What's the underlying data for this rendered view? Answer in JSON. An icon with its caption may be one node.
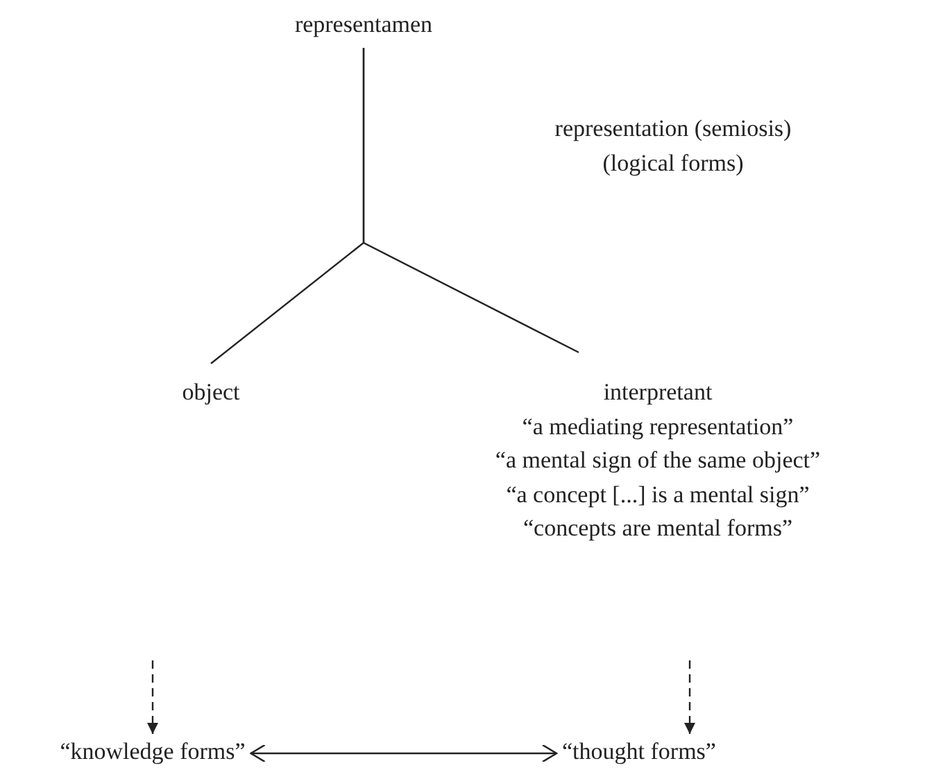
{
  "diagram": {
    "nodes": [
      {
        "text": [
          "representamen"
        ]
      },
      {
        "text": [
          "object"
        ]
      },
      {
        "text": [
          "interpretant",
          "“a mediating representation”",
          "“a mental sign of the same object”",
          "“a concept [...] is a mental sign”",
          "“concepts are mental forms”"
        ]
      },
      {
        "text": [
          "“knowledge forms”"
        ]
      },
      {
        "text": [
          "“thought forms”"
        ]
      }
    ],
    "edges": [
      {
        "from": 0,
        "to": 1,
        "arrow": "none"
      },
      {
        "from": 0,
        "to": 2,
        "arrow": "none"
      },
      {
        "from": null,
        "to": 3,
        "arrow": "to",
        "style": "dashed"
      },
      {
        "from": null,
        "to": 4,
        "arrow": "to",
        "style": "dashed"
      },
      {
        "from": 3,
        "to": 4,
        "arrow": "both"
      }
    ],
    "labels": [
      "representation (semiosis) (logical forms)"
    ]
  }
}
